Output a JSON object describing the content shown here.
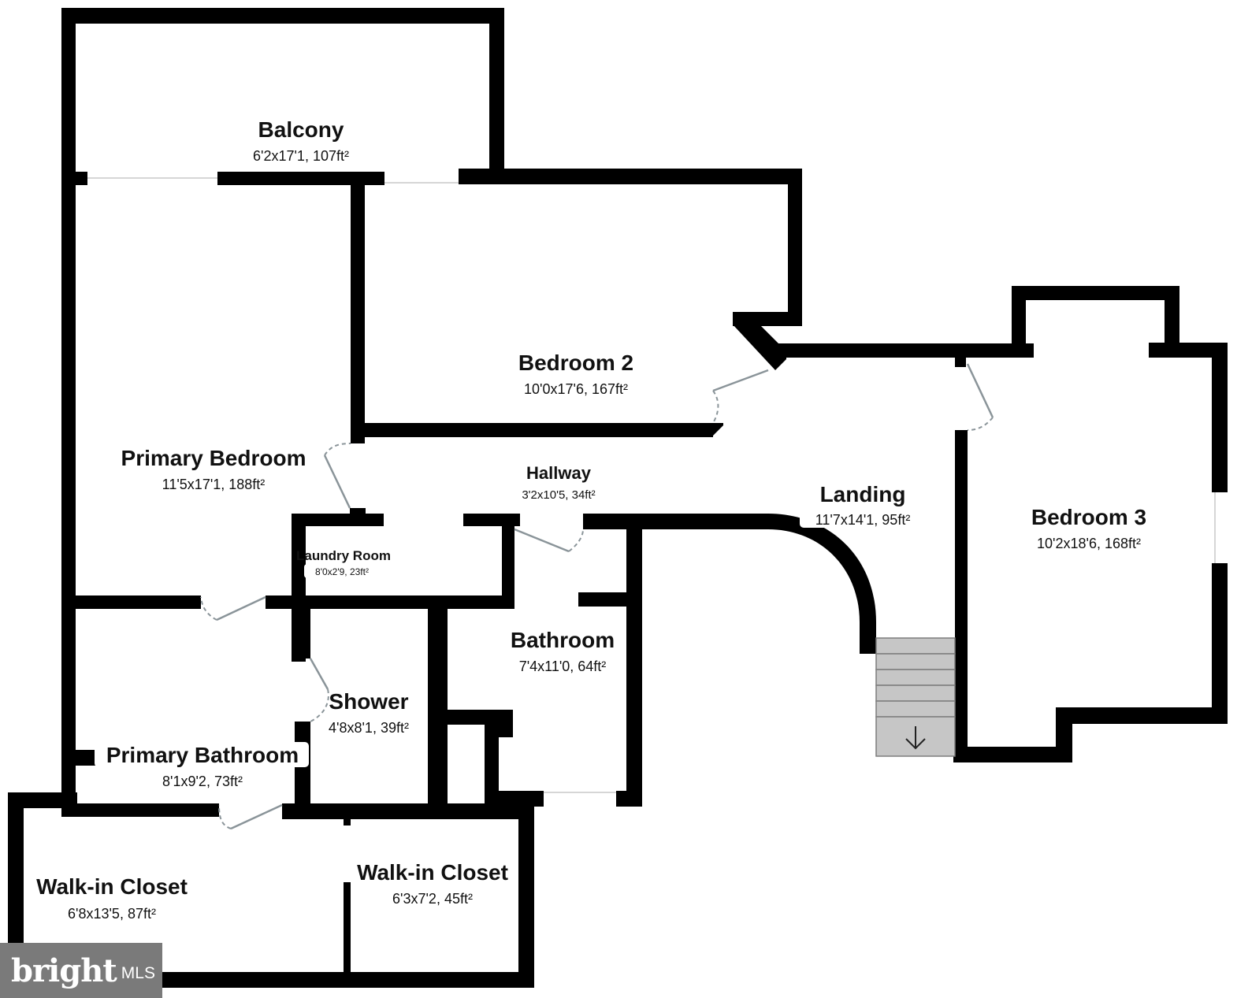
{
  "floorplan": {
    "rooms": [
      {
        "name": "Balcony",
        "dims": "6'2x17'1, 107ft²"
      },
      {
        "name": "Bedroom 2",
        "dims": "10'0x17'6, 167ft²"
      },
      {
        "name": "Primary Bedroom",
        "dims": "11'5x17'1, 188ft²"
      },
      {
        "name": "Hallway",
        "dims": "3'2x10'5, 34ft²"
      },
      {
        "name": "Landing",
        "dims": "11'7x14'1, 95ft²"
      },
      {
        "name": "Bedroom 3",
        "dims": "10'2x18'6, 168ft²"
      },
      {
        "name": "Laundry Room",
        "dims": "8'0x2'9, 23ft²"
      },
      {
        "name": "Bathroom",
        "dims": "7'4x11'0, 64ft²"
      },
      {
        "name": "Shower",
        "dims": "4'8x8'1, 39ft²"
      },
      {
        "name": "Primary Bathroom",
        "dims": "8'1x9'2, 73ft²"
      },
      {
        "name": "Walk-in Closet",
        "dims": "6'8x13'5, 87ft²"
      },
      {
        "name": "Walk-in Closet",
        "dims": "6'3x7'2, 45ft²"
      }
    ],
    "stairs": {
      "direction_icon": "arrow-down-icon"
    }
  },
  "watermark": {
    "brand": "bright",
    "suffix": "MLS"
  },
  "colors": {
    "wall": "#000000",
    "door": "#8a9499",
    "stair": "#c6c6c6",
    "logo_bg": "#7a7a7a",
    "logo_accent": "#d9534f"
  }
}
